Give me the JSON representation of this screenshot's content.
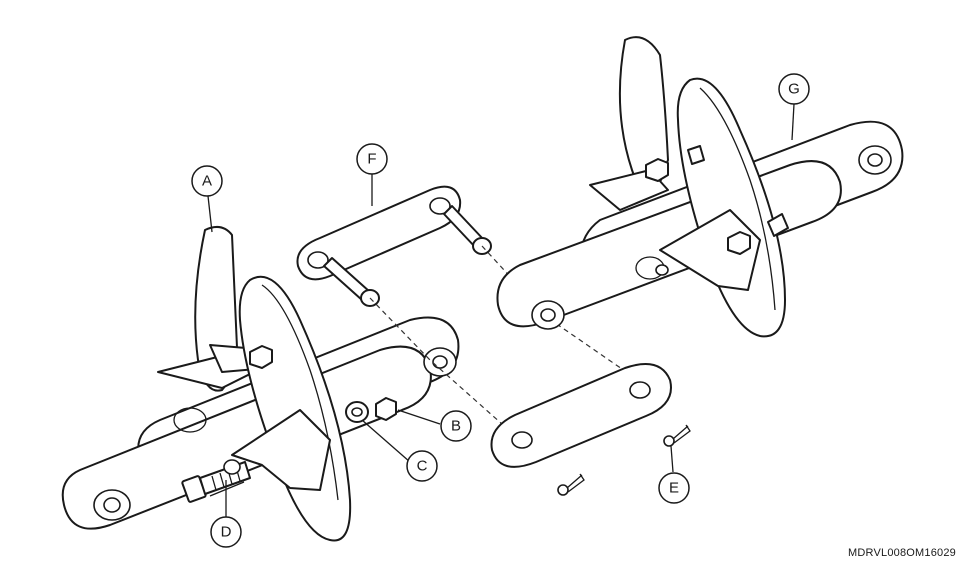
{
  "callouts": {
    "a": "A",
    "b": "B",
    "c": "C",
    "d": "D",
    "e": "E",
    "f": "F",
    "g": "G"
  },
  "reference_code": "MDRVL008OM16029"
}
